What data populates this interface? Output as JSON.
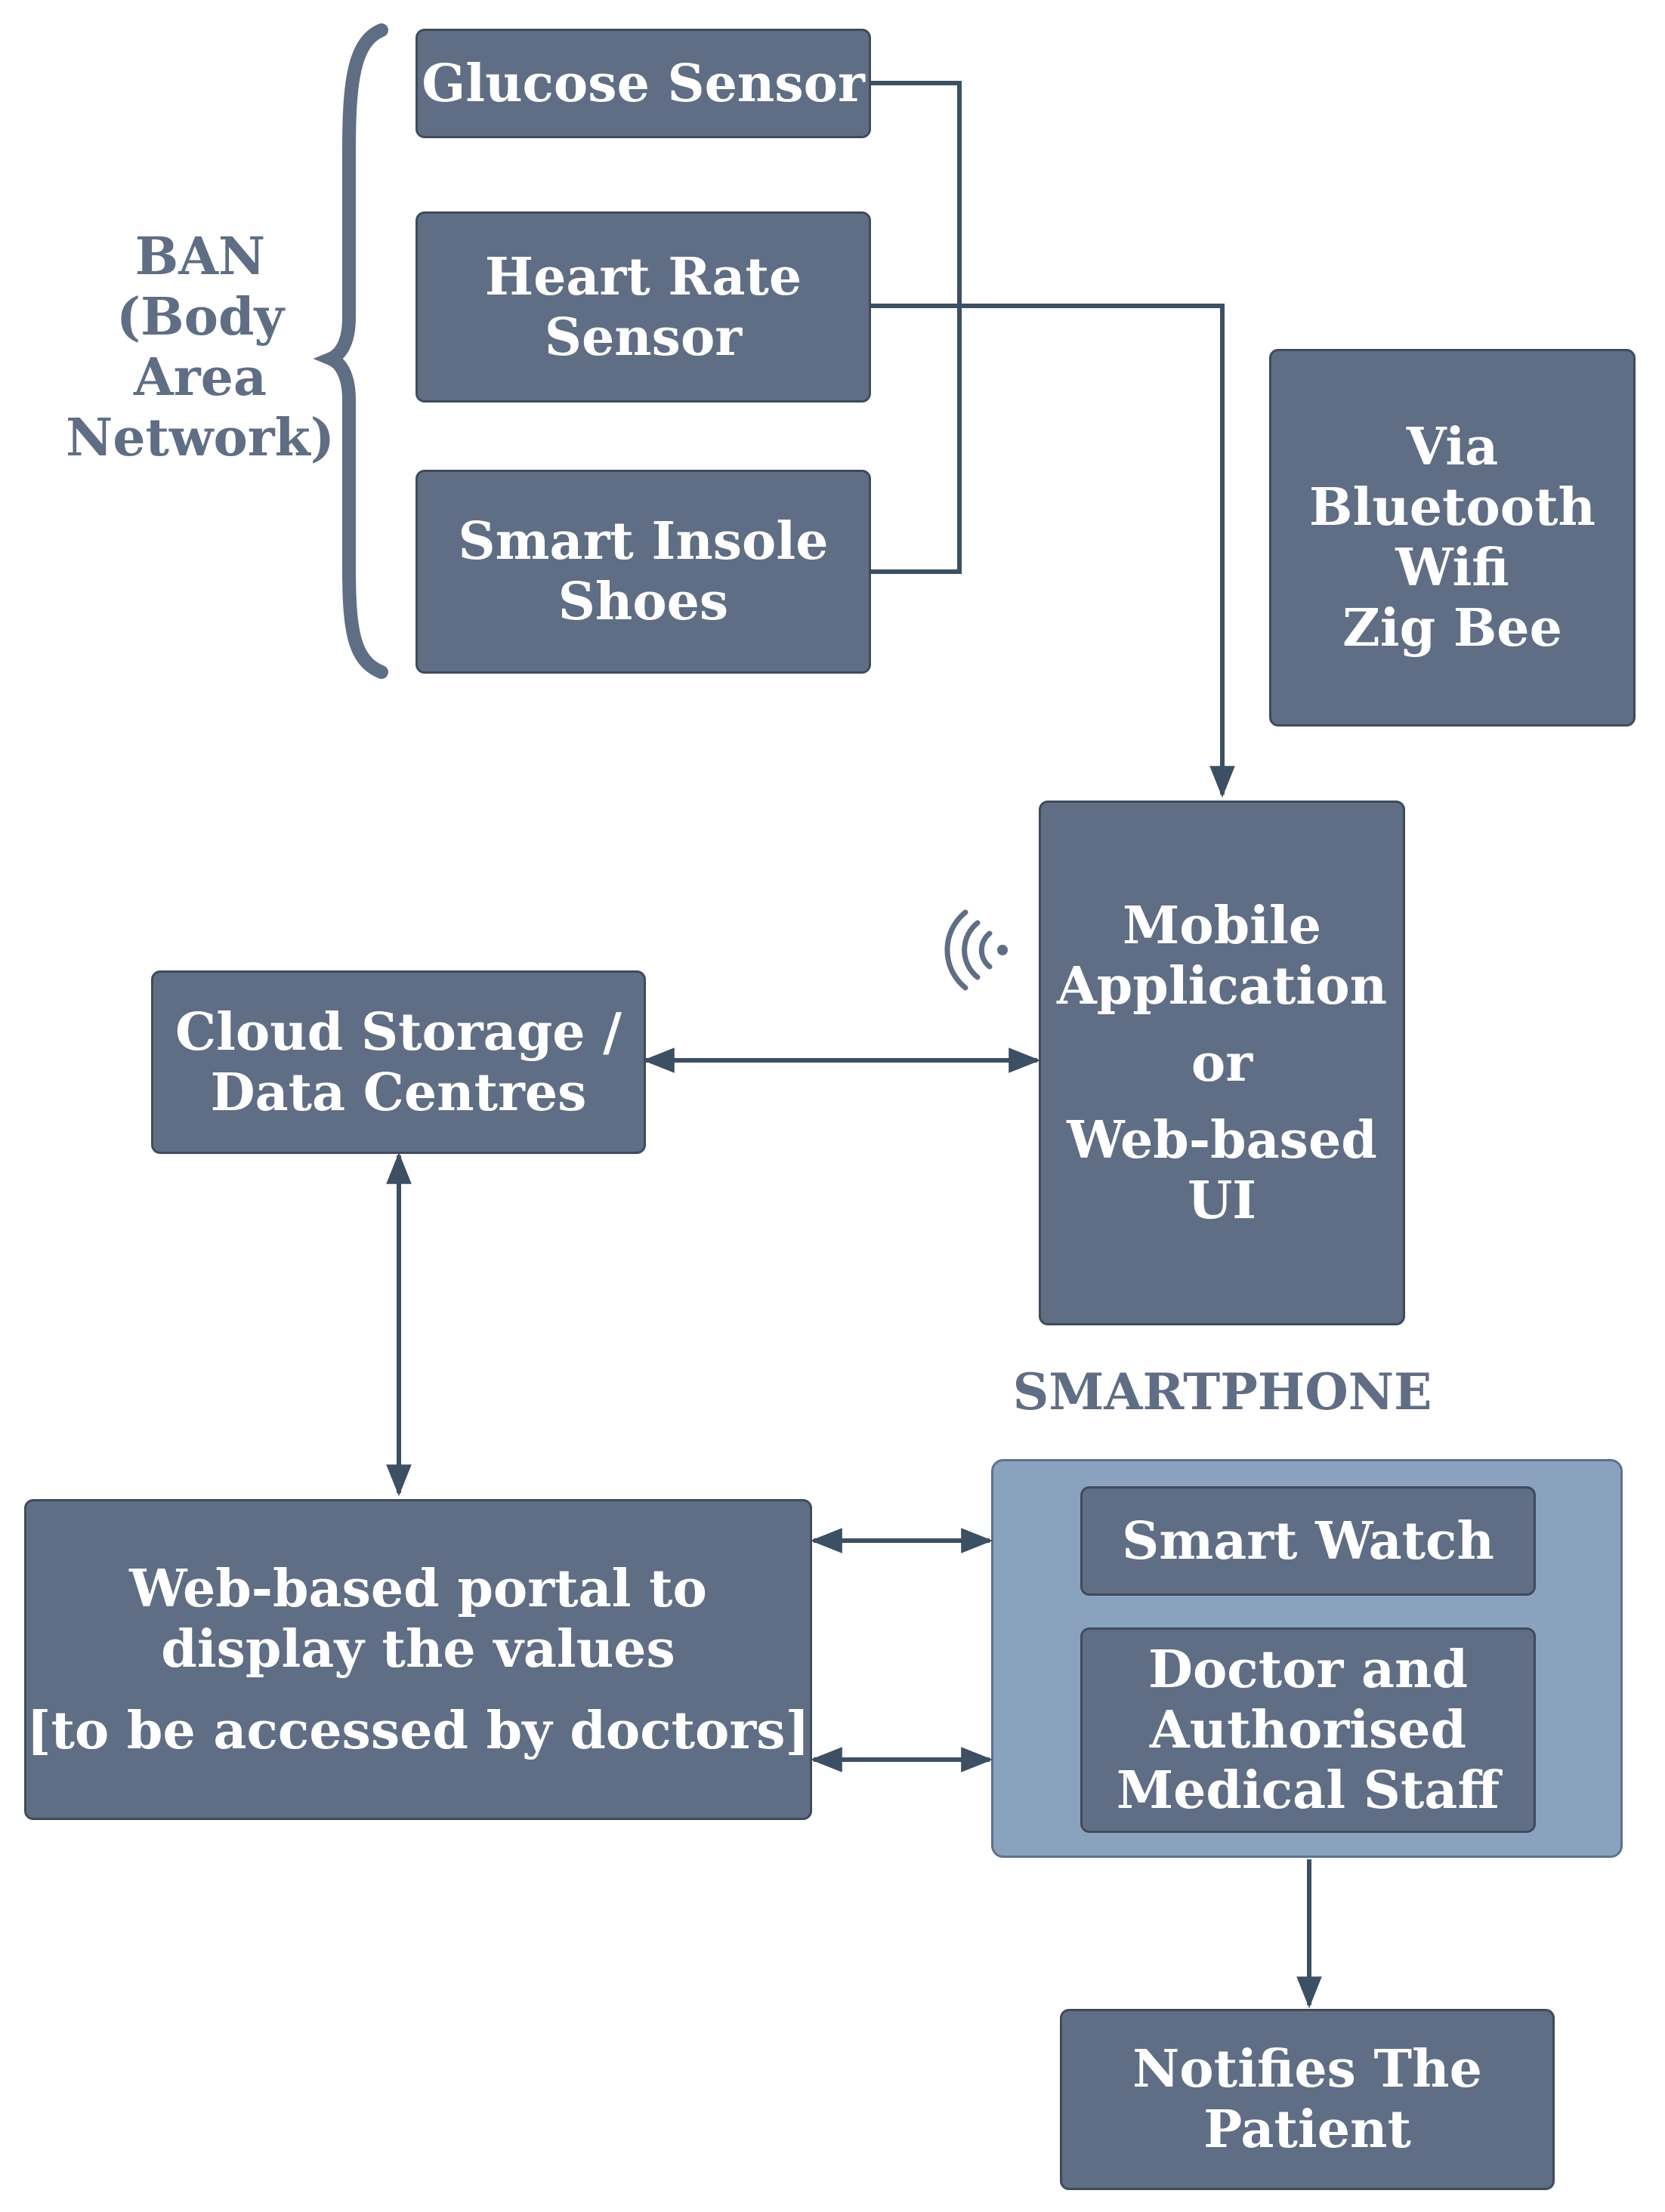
{
  "ban_label": [
    "BAN",
    "(Body",
    "Area",
    "Network)"
  ],
  "boxes": {
    "glucose": [
      "Glucose Sensor"
    ],
    "heart": [
      "Heart Rate",
      "Sensor"
    ],
    "insole": [
      "Smart Insole",
      "Shoes"
    ],
    "via": [
      "Via",
      "Bluetooth",
      "Wifi",
      "Zig Bee"
    ],
    "mobile": [
      "Mobile",
      "Application",
      "or",
      "Web-based",
      "UI"
    ],
    "cloud": [
      "Cloud Storage /",
      "Data Centres"
    ],
    "portal": [
      "Web-based portal to",
      "display the values",
      "[to be accessed by doctors]"
    ],
    "watch": [
      "Smart Watch"
    ],
    "doctor": [
      "Doctor and",
      "Authorised",
      "Medical Staff"
    ],
    "notify": [
      "Notifies The",
      "Patient"
    ]
  },
  "smartphone_label": "SMARTPHONE",
  "colors": {
    "box_fill": "#5f6e84",
    "box_border": "#3f4b5c",
    "container_fill": "#8aa2bd",
    "line": "#3d4f62",
    "label": "#5f6e84"
  },
  "icons": {
    "wireless": "wireless-signal-icon"
  }
}
